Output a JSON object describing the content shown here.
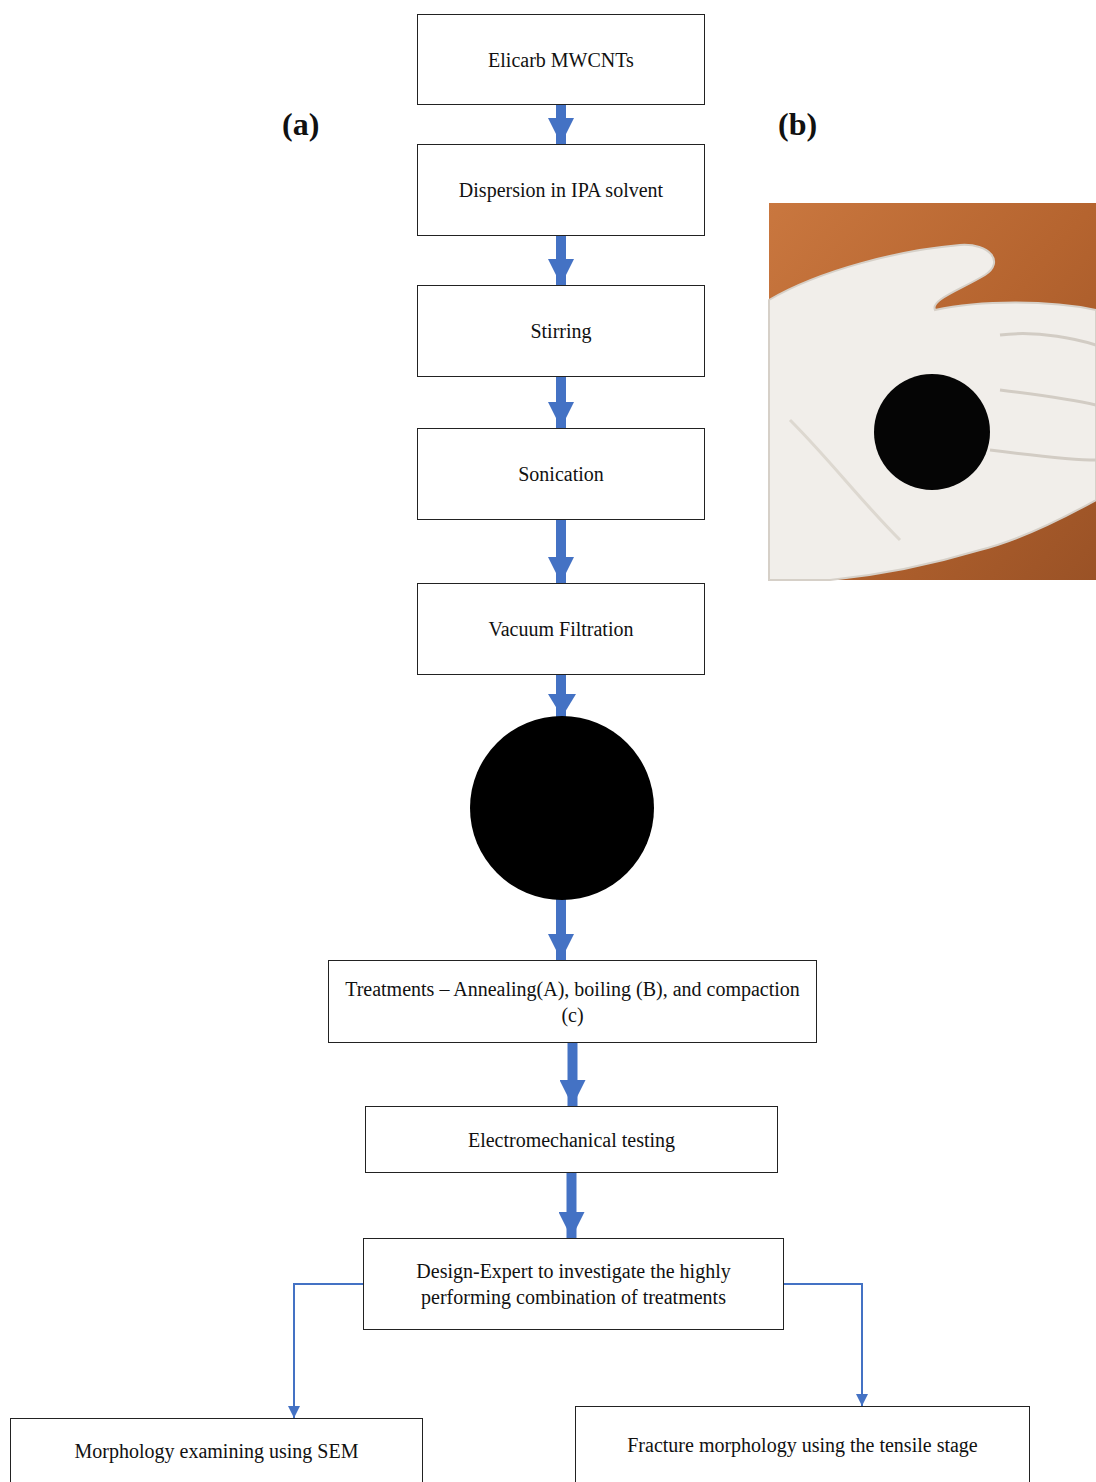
{
  "diagram": {
    "nodes": [
      {
        "text": [
          "Elicarb MWCNTs"
        ]
      },
      {
        "text": [
          "Dispersion in IPA solvent"
        ]
      },
      {
        "text": [
          "Stirring"
        ]
      },
      {
        "text": [
          "Sonication"
        ]
      },
      {
        "text": [
          "Vacuum Filtration"
        ]
      },
      {
        "text": [
          "Treatments – Annealing(A), boiling (B), and compaction (c)"
        ]
      },
      {
        "text": [
          "Electromechanical testing"
        ]
      },
      {
        "text": [
          "Design-Expert to investigate the highly performing combination of treatments"
        ]
      },
      {
        "text": [
          "Morphology examining using SEM"
        ]
      },
      {
        "text": [
          "Fracture morphology using the tensile stage"
        ]
      }
    ],
    "edges": [
      {
        "from": 0,
        "to": 1,
        "arrow": "to"
      },
      {
        "from": 1,
        "to": 2,
        "arrow": "to"
      },
      {
        "from": 2,
        "to": 3,
        "arrow": "to"
      },
      {
        "from": 3,
        "to": 4,
        "arrow": "to"
      },
      {
        "from": 4,
        "to": 5,
        "arrow": "to"
      },
      {
        "from": 5,
        "to": 6,
        "arrow": "to"
      },
      {
        "from": 6,
        "to": 7,
        "arrow": "to"
      },
      {
        "from": 7,
        "to": 8,
        "arrow": "to"
      },
      {
        "from": 7,
        "to": 9,
        "arrow": "to"
      }
    ],
    "labels": [
      "(a)",
      "(b)"
    ]
  }
}
